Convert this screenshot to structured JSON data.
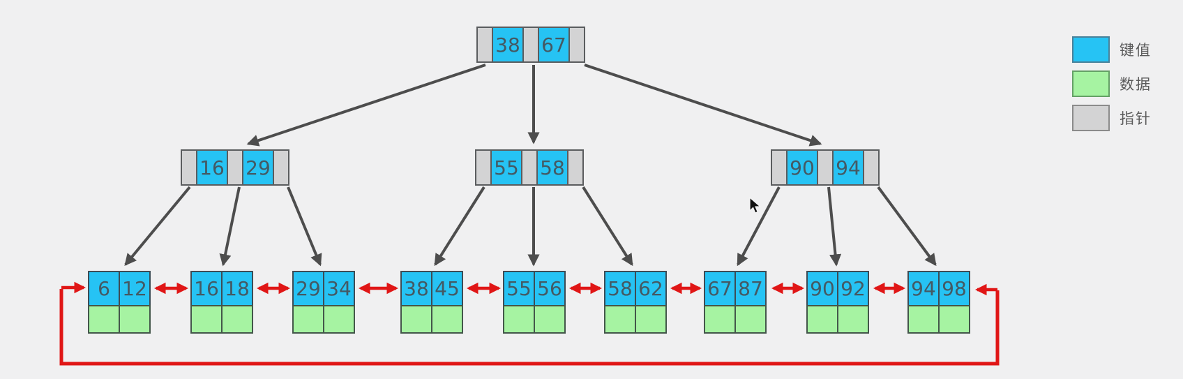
{
  "diagram": {
    "type": "b-plus-tree",
    "colors": {
      "key_cell": "#26c3f4",
      "data_cell": "#a6f3a2",
      "pointer_cell": "#d3d3d4",
      "tree_arrow": "#4d4d4d",
      "linked_list": "#e01616",
      "cell_text": "#445963",
      "background": "#f0f0f1"
    },
    "tree": {
      "root": {
        "keys": [
          "38",
          "67"
        ]
      },
      "internal": [
        {
          "keys": [
            "16",
            "29"
          ]
        },
        {
          "keys": [
            "55",
            "58"
          ]
        },
        {
          "keys": [
            "90",
            "94"
          ]
        }
      ],
      "leaves": [
        {
          "keys": [
            "6",
            "12"
          ],
          "data": [
            "",
            ""
          ]
        },
        {
          "keys": [
            "16",
            "18"
          ],
          "data": [
            "",
            ""
          ]
        },
        {
          "keys": [
            "29",
            "34"
          ],
          "data": [
            "",
            ""
          ]
        },
        {
          "keys": [
            "38",
            "45"
          ],
          "data": [
            "",
            ""
          ]
        },
        {
          "keys": [
            "55",
            "56"
          ],
          "data": [
            "",
            ""
          ]
        },
        {
          "keys": [
            "58",
            "62"
          ],
          "data": [
            "",
            ""
          ]
        },
        {
          "keys": [
            "67",
            "87"
          ],
          "data": [
            "",
            ""
          ]
        },
        {
          "keys": [
            "90",
            "92"
          ],
          "data": [
            "",
            ""
          ]
        },
        {
          "keys": [
            "94",
            "98"
          ],
          "data": [
            "",
            ""
          ]
        }
      ]
    }
  },
  "legend": {
    "items": [
      {
        "label": "键值",
        "color": "#26c3f4"
      },
      {
        "label": "数据",
        "color": "#a6f3a2"
      },
      {
        "label": "指针",
        "color": "#d3d3d4"
      }
    ]
  }
}
